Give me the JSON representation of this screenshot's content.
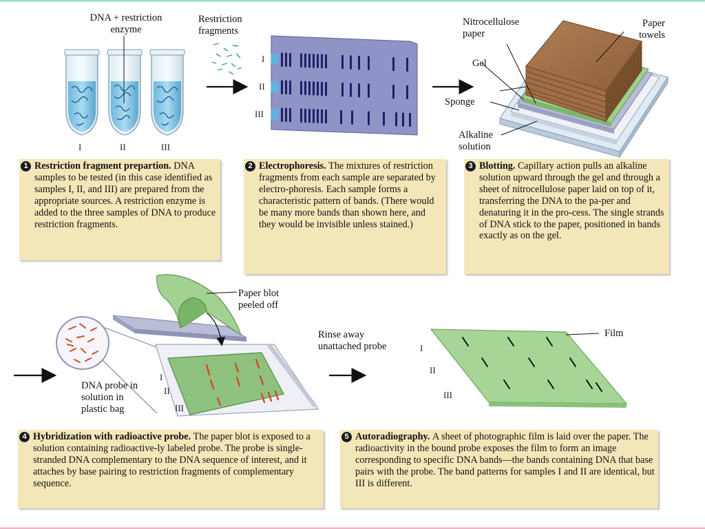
{
  "labels": {
    "dna_enzyme": "DNA + restriction enzyme",
    "restriction_fragments": "Restriction fragments",
    "nitrocellulose_paper": "Nitrocellulose paper",
    "paper_towels": "Paper towels",
    "gel": "Gel",
    "sponge": "Sponge",
    "alkaline_solution": "Alkaline solution",
    "paper_blot": "Paper blot peeled off",
    "rinse_away": "Rinse away unattached probe",
    "dna_probe": "DNA probe in solution in plastic bag",
    "film": "Film"
  },
  "sample_numerals": [
    "I",
    "II",
    "III"
  ],
  "steps": [
    {
      "number": "1",
      "title": "Restriction fragment prepartion.",
      "body": "DNA samples to be tested (in this case identified as samples I, II, and III) are prepared from the appropriate sources. A restriction enzyme is added to the three samples of DNA to produce restriction fragments."
    },
    {
      "number": "2",
      "title": "Electrophoresis.",
      "body": "The mixtures of restriction fragments from each sample are separated by electro-phoresis. Each sample forms a characteristic pattern of bands. (There would be many more bands than shown here, and they would be invisible unless stained.)"
    },
    {
      "number": "3",
      "title": "Blotting.",
      "body": "Capillary action pulls an alkaline solution upward through the gel and through a sheet of nitrocellulose paper laid on top of it, transferring the DNA to the pa-per and denaturing it in the pro-cess. The single strands of DNA stick to the paper, positioned in bands exactly as on the gel."
    },
    {
      "number": "4",
      "title": "Hybridization with radioactive probe.",
      "body": "The paper blot is exposed to a solution containing radioactive-ly labeled probe. The probe is single-stranded DNA complementary to the DNA sequence of interest, and it attaches by base pairing to restriction fragments of complementary sequence."
    },
    {
      "number": "5",
      "title": "Autoradiography.",
      "body": "A sheet of photographic film is laid over the paper. The radioactivity in the bound probe exposes the film to form an image corresponding to specific DNA bands—the bands containing DNA that base pairs with the probe. The band patterns for samples I and II are identical, but III is different."
    }
  ],
  "colors": {
    "caption_bg": "#f3e7b9",
    "gel": "#8f93c6",
    "band": "#1d1f66",
    "paper_brown": "#9a6b44",
    "membrane_green": "#9cc98d",
    "probe_red": "#d14a2a",
    "edge_green": "#3fae6a"
  }
}
